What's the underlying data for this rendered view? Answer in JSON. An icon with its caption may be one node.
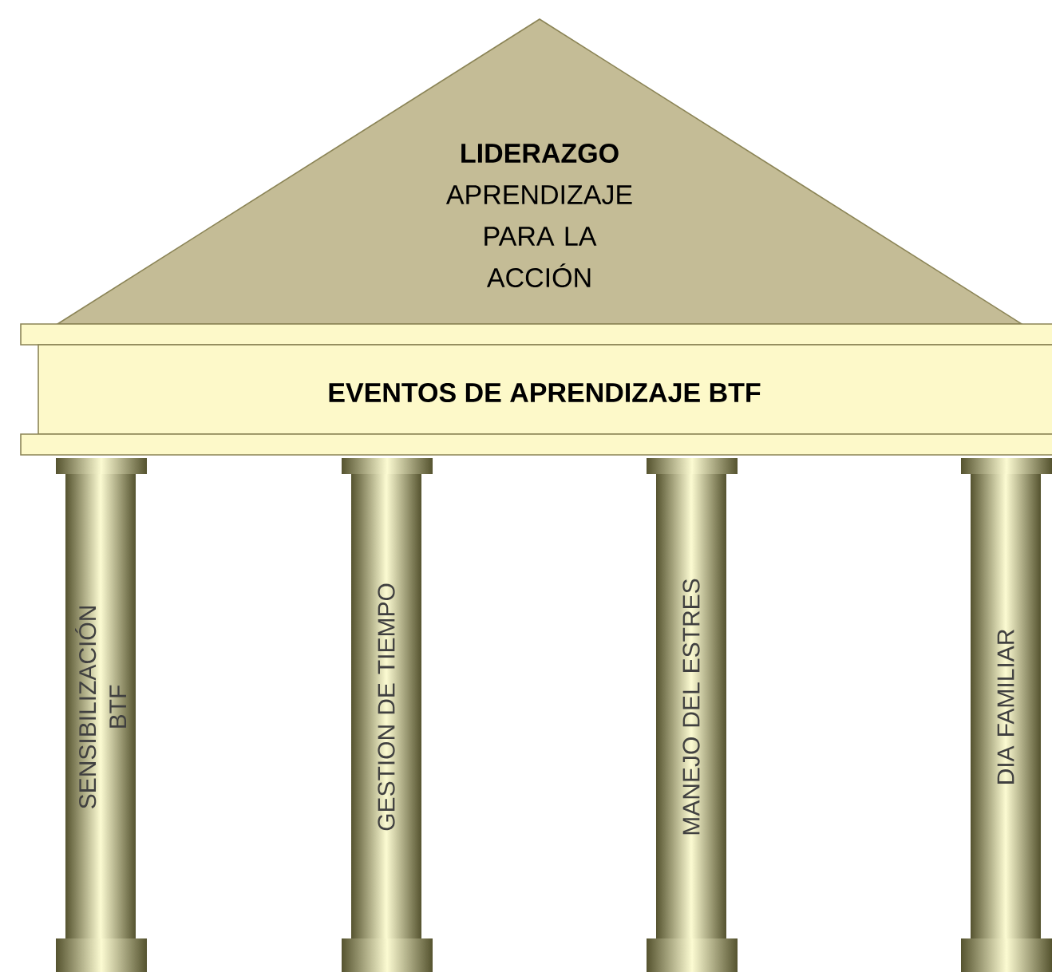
{
  "diagram": {
    "nodes": [
      {
        "text": [
          "LIDERAZGO",
          "APRENDIZAJE PARA LA ACCIÓN"
        ]
      },
      {
        "text": [
          "EVENTOS  DE APRENDIZAJE BTF"
        ]
      },
      {
        "text": [
          "SENSIBILIZACIÓN BTF"
        ]
      },
      {
        "text": [
          "GESTION DE TIEMPO"
        ]
      },
      {
        "text": [
          "MANEJO DEL ESTRES"
        ]
      },
      {
        "text": [
          "DIA FAMILIAR"
        ]
      }
    ]
  }
}
